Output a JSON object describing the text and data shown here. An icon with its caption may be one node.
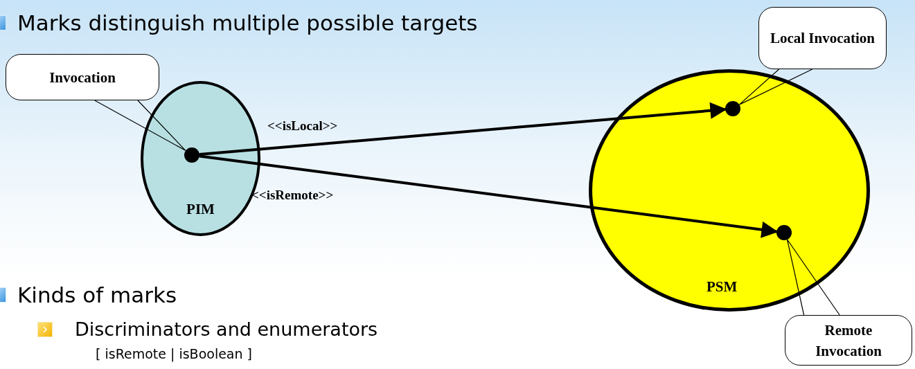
{
  "diagram": {
    "nodes": [
      {
        "text": [
          "PIM"
        ]
      },
      {
        "text": [],
        "shape": "circle",
        "in": 0
      },
      {
        "text": [
          "PSM"
        ]
      },
      {
        "text": [],
        "shape": "circle",
        "in": 2
      },
      {
        "text": [],
        "shape": "circle",
        "in": 2
      },
      {
        "text": [
          "Invocation"
        ]
      },
      {
        "text": [
          "Local Invocation"
        ]
      },
      {
        "text": [
          "Remote Invocation"
        ]
      }
    ],
    "edges": [
      {
        "from": 1,
        "to": 3,
        "arrow": "to",
        "label": "<<isLocal>>",
        "style": "thick"
      },
      {
        "from": 1,
        "to": 4,
        "arrow": "to",
        "label": "<<isRemote>>",
        "style": "thick"
      },
      {
        "from": 5,
        "to": 1,
        "arrow": "none"
      },
      {
        "from": 6,
        "to": 3,
        "arrow": "none"
      },
      {
        "from": 7,
        "to": 4,
        "arrow": "none"
      }
    ],
    "labels": [
      "Marks distinguish multiple possible targets",
      "Kinds of marks",
      "Discriminators and enumerators",
      "[ isRemote | isBoolean ]"
    ]
  }
}
